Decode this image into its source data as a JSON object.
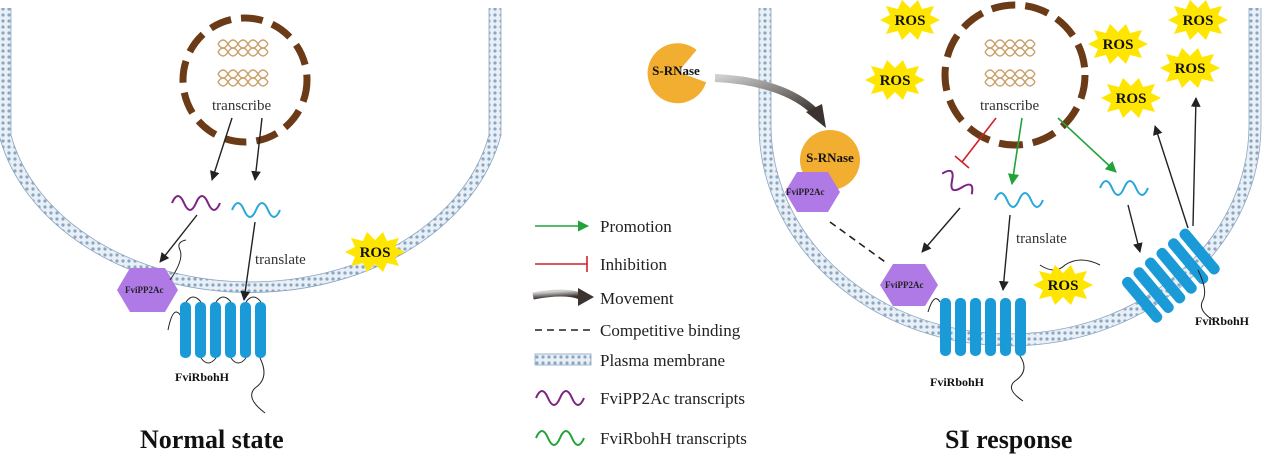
{
  "labels": {
    "transcribe": "transcribe",
    "translate": "translate",
    "ros": "ROS",
    "pp2ac": "FviPP2Ac",
    "rbohh": "FviRbohH",
    "srnase": "S-RNase"
  },
  "titles": {
    "normal": "Normal  state",
    "si": "SI response"
  },
  "legend": [
    {
      "key": "promotion",
      "label": "Promotion",
      "color": "#22a33a"
    },
    {
      "key": "inhibition",
      "label": "Inhibition",
      "color": "#d0202a"
    },
    {
      "key": "movement",
      "label": "Movement",
      "color": "#3a3330"
    },
    {
      "key": "binding",
      "label": "Competitive binding",
      "color": "#222222"
    },
    {
      "key": "membrane",
      "label": "Plasma membrane",
      "color": "#8aa6c0"
    },
    {
      "key": "pp2ac-transcripts",
      "label": "FviPP2Ac transcripts",
      "color": "#7b2382"
    },
    {
      "key": "rbohh-transcripts",
      "label": "FviRbohH transcripts",
      "color": "#22a33a"
    }
  ],
  "colors": {
    "nucleus": "#6b3a16",
    "dna": "#c9a06a",
    "membrane": "#8aa6c0",
    "pp2ac_transcript": "#7b2382",
    "rbohh_transcript": "#2aa7d9",
    "protein_rboh": "#1a9ad6",
    "protein_pp2ac": "#b07ae6",
    "srnase": "#f2ae30",
    "ros": "#ffe600"
  }
}
